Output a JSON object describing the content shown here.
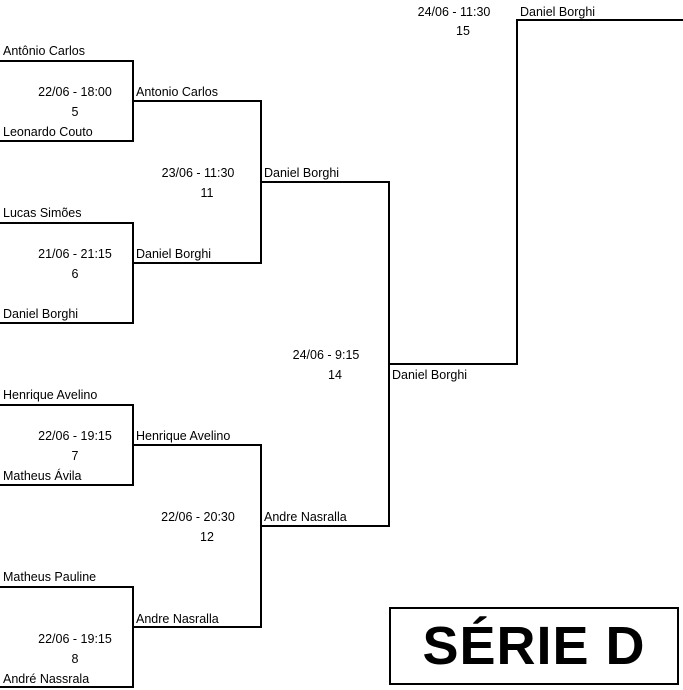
{
  "series_title": "SÉRIE D",
  "round1": [
    {
      "top": "Antônio Carlos",
      "bottom": "Leonardo Couto",
      "datetime": "22/06 - 18:00",
      "match": "5",
      "winner": "Antonio Carlos"
    },
    {
      "top": "Lucas Simões",
      "bottom": "Daniel Borghi",
      "datetime": "21/06 - 21:15",
      "match": "6",
      "winner": "Daniel Borghi"
    },
    {
      "top": "Henrique Avelino",
      "bottom": "Matheus Ávila",
      "datetime": "22/06 - 19:15",
      "match": "7",
      "winner": "Henrique Avelino"
    },
    {
      "top": "Matheus Pauline",
      "bottom": "André Nassrala",
      "datetime": "22/06 - 19:15",
      "match": "8",
      "winner": "Andre Nasralla"
    }
  ],
  "round2": [
    {
      "datetime": "23/06 - 11:30",
      "match": "11",
      "winner": "Daniel Borghi"
    },
    {
      "datetime": "22/06 - 20:30",
      "match": "12",
      "winner": "Andre Nasralla"
    }
  ],
  "round3": {
    "datetime": "24/06 - 9:15",
    "match": "14",
    "winner": "Daniel Borghi"
  },
  "final": {
    "datetime": "24/06 - 11:30",
    "match": "15",
    "winner": "Daniel Borghi"
  }
}
